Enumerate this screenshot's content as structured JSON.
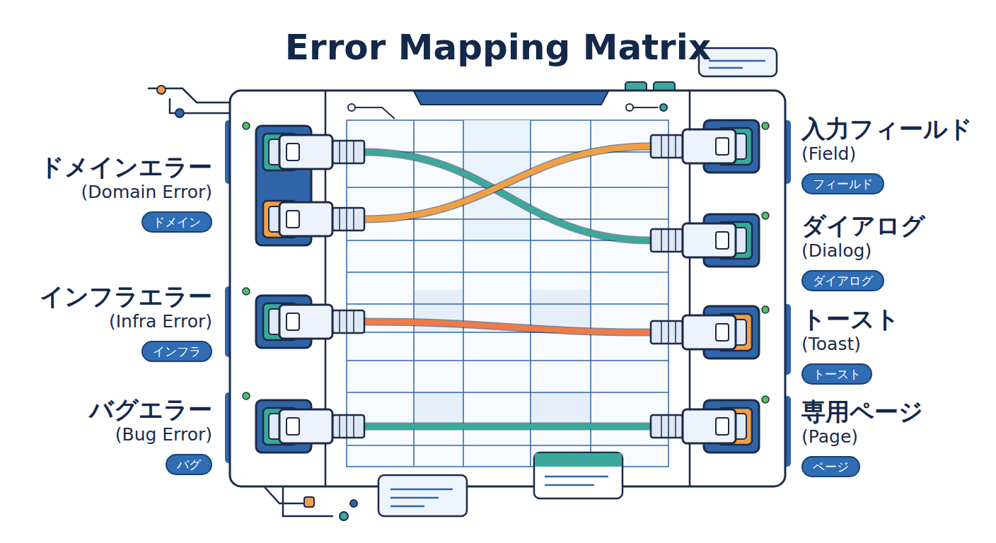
{
  "diagram": {
    "title": "Error Mapping Matrix",
    "nodes": [
      {
        "text": [
          "ドメインエラー",
          "(Domain Error)",
          "ドメイン"
        ]
      },
      {
        "text": [
          "インフラエラー",
          "(Infra Error)",
          "インフラ"
        ]
      },
      {
        "text": [
          "バグエラー",
          "(Bug Error)",
          "バグ"
        ]
      },
      {
        "text": [
          "入力フィールド",
          "(Field)",
          "フィールド"
        ]
      },
      {
        "text": [
          "ダイアログ",
          "(Dialog)",
          "ダイアログ"
        ]
      },
      {
        "text": [
          "トースト",
          "(Toast)",
          "トースト"
        ]
      },
      {
        "text": [
          "専用ページ",
          "(Page)",
          "ページ"
        ]
      }
    ],
    "edges": [
      {
        "from": 0,
        "to": 4,
        "arrow": "none"
      },
      {
        "from": 0,
        "to": 3,
        "arrow": "none"
      },
      {
        "from": 1,
        "to": 5,
        "arrow": "none"
      },
      {
        "from": 2,
        "to": 6,
        "arrow": "none"
      }
    ]
  }
}
